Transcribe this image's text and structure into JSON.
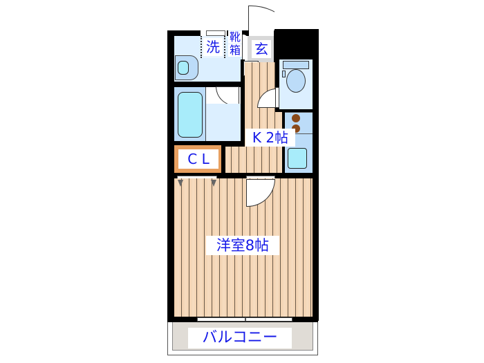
{
  "floorplan": {
    "rooms": {
      "laundry": {
        "label": "洗"
      },
      "shoe_box": {
        "label": "靴箱",
        "label_line1": "靴",
        "label_line2": "箱"
      },
      "entrance": {
        "label": "玄"
      },
      "kitchen": {
        "label": "K 2帖",
        "label_main": "K",
        "label_size": "2帖"
      },
      "closet": {
        "label": "C L"
      },
      "western_room": {
        "label": "洋室8帖"
      },
      "balcony": {
        "label": "バルコニー"
      }
    },
    "fixtures": [
      "washbasin",
      "bathtub",
      "toilet",
      "stove",
      "kitchen-sink",
      "washing-machine-space"
    ],
    "colors": {
      "label_text": "#1418e8",
      "wall": "#000000",
      "wood_floor": "#f3d2b0",
      "wet_area": "#dcefff",
      "fixture_blue": "#a8ecfa",
      "closet_border": "#e8a060",
      "stove_burner": "#8a4a1a",
      "balcony_floor": "#e0dcd6"
    }
  }
}
